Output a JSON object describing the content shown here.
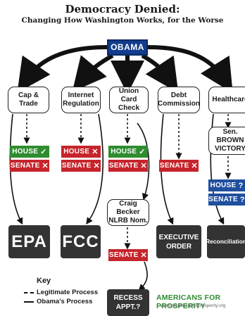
{
  "header": {
    "title": "Democracy Denied:",
    "subtitle": "Changing How Washington Works, for the Worse"
  },
  "hub": {
    "label": "OBAMA"
  },
  "issues": {
    "cap_trade": "Cap & Trade",
    "internet_1": "Internet",
    "internet_2": "Regulation",
    "union_1": "Union",
    "union_2": "Card Check",
    "debt_1": "Debt",
    "debt_2": "Commission",
    "healthcare": "Healthcare",
    "brown_1": "Sen. BROWN",
    "brown_2": "VICTORY",
    "becker_1": "Craig Becker",
    "becker_2": "NLRB Nom."
  },
  "votes": {
    "house": "HOUSE",
    "senate": "SENATE",
    "check": "✓",
    "cross": "✕",
    "question": "?"
  },
  "outcomes": {
    "epa": "EPA",
    "fcc": "FCC",
    "exec_1": "EXECUTIVE",
    "exec_2": "ORDER",
    "reconciliation": "Reconciliation",
    "recess_1": "RECESS",
    "recess_2": "APPT.?"
  },
  "key": {
    "title": "Key",
    "legit": "Legitimate Process",
    "obama": "Obama's Process"
  },
  "branding": {
    "org": "AMERICANS FOR PROSPERITY",
    "url": "www.americansforprosperity.org"
  },
  "colors": {
    "hub": "#123c8c",
    "pass": "#2f8c2f",
    "fail": "#c6242b",
    "pending": "#1f4f9e",
    "outcome": "#333333"
  }
}
